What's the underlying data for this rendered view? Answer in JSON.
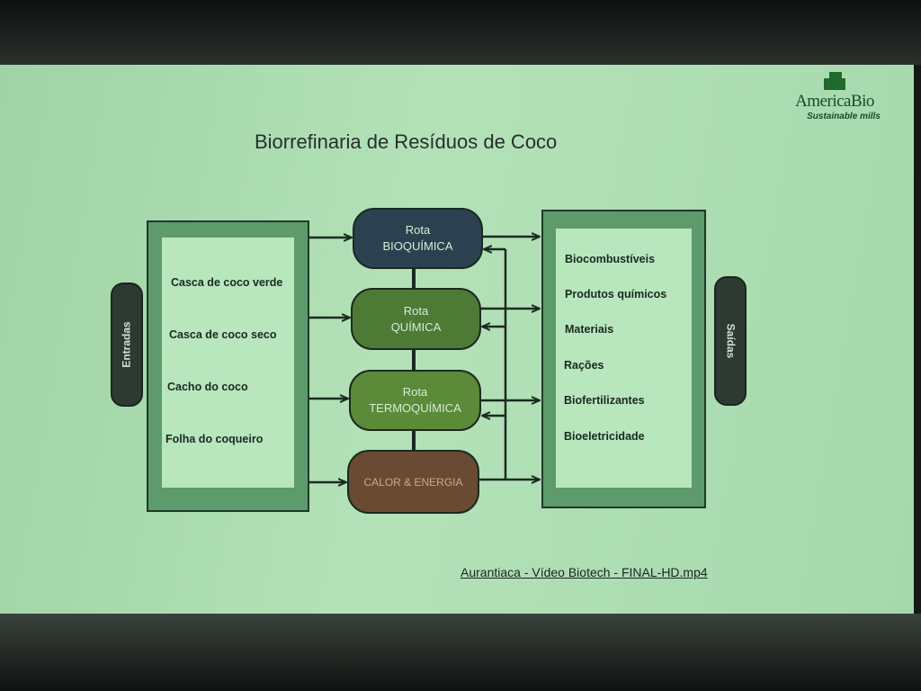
{
  "slide": {
    "title": "Biorrefinaria de Resíduos de Coco",
    "logo": {
      "name": "AmericaBio",
      "tagline": "Sustainable mills"
    },
    "inputs": {
      "label": "Entradas",
      "items": [
        "Casca de coco verde",
        "Casca de coco seco",
        "Cacho do coco",
        "Folha do coqueiro"
      ]
    },
    "routes": [
      {
        "line1": "Rota",
        "line2": "BIOQUÍMICA",
        "color": "#2c4150"
      },
      {
        "line1": "Rota",
        "line2": "QUÍMICA",
        "color": "#4d7a34"
      },
      {
        "line1": "Rota",
        "line2": "TERMOQUÍMICA",
        "color": "#5b8a38"
      },
      {
        "line1": "",
        "line2": "CALOR & ENERGIA",
        "color": "#6a4a32"
      }
    ],
    "outputs": {
      "label": "Saídas",
      "items": [
        "Biocombustíveis",
        "Produtos químicos",
        "Materiais",
        "Rações",
        "Biofertilizantes",
        "Bioeletricidade"
      ]
    },
    "caption": "Aurantiaca - Vídeo Biotech - FINAL-HD.mp4"
  }
}
